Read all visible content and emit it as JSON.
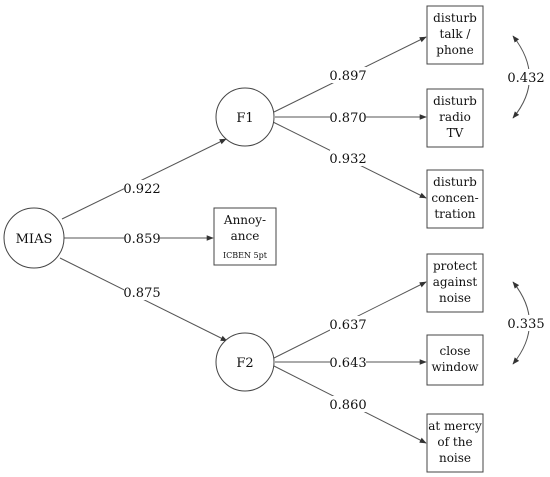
{
  "nodes": {
    "mias": "MIAS",
    "f1": "F1",
    "f2": "F2",
    "annoyance": [
      "Annoy-",
      "ance"
    ],
    "annoyance_sub": "ICBEN 5pt",
    "disturb_talk": [
      "disturb",
      "talk /",
      "phone"
    ],
    "disturb_radio": [
      "disturb",
      "radio",
      "TV"
    ],
    "disturb_conc": [
      "disturb",
      "concen-",
      "tration"
    ],
    "protect": [
      "protect",
      "against",
      "noise"
    ],
    "close_window": [
      "close",
      "window"
    ],
    "at_mercy": [
      "at mercy",
      "of the",
      "noise"
    ]
  },
  "coefficients": {
    "mias_f1": "0.922",
    "mias_annoyance": "0.859",
    "mias_f2": "0.875",
    "f1_talk": "0.897",
    "f1_radio": "0.870",
    "f1_conc": "0.932",
    "f2_protect": "0.637",
    "f2_close": "0.643",
    "f2_mercy": "0.860",
    "corr_f1": "0.432",
    "corr_f2": "0.335"
  },
  "colors": {
    "line": "#555555",
    "text": "#111111"
  }
}
